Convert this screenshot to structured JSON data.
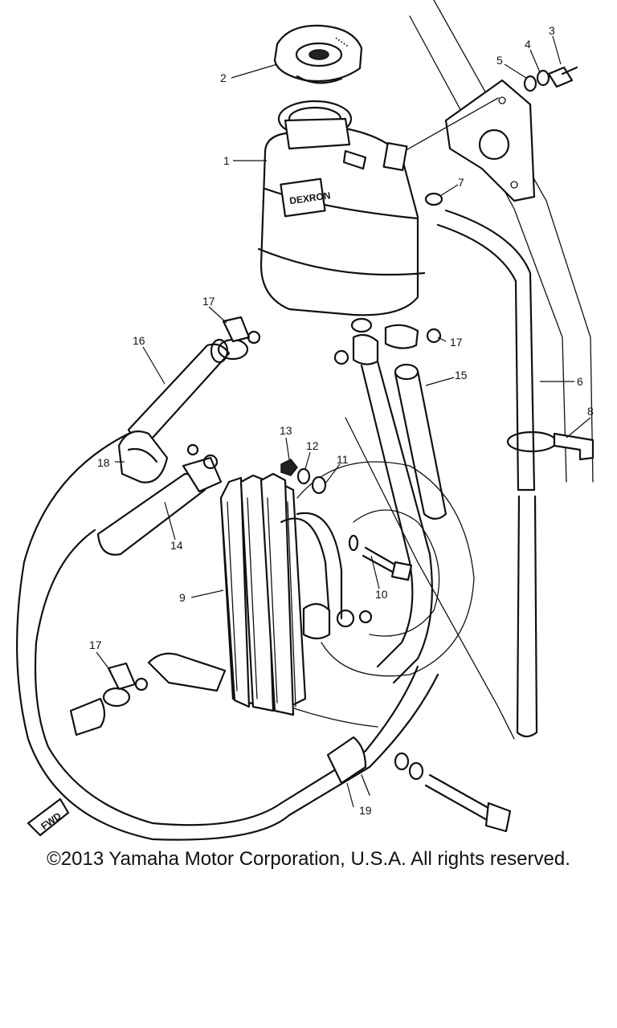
{
  "diagram": {
    "callouts": [
      "1",
      "2",
      "3",
      "4",
      "5",
      "6",
      "7",
      "8",
      "9",
      "10",
      "11",
      "12",
      "13",
      "14",
      "15",
      "16",
      "17",
      "17",
      "17",
      "18",
      "19"
    ],
    "tank_label": "DEXRON",
    "direction_marker": "FWD"
  },
  "footer": {
    "copyright": "©2013 Yamaha Motor Corporation, U.S.A. All rights reserved."
  }
}
